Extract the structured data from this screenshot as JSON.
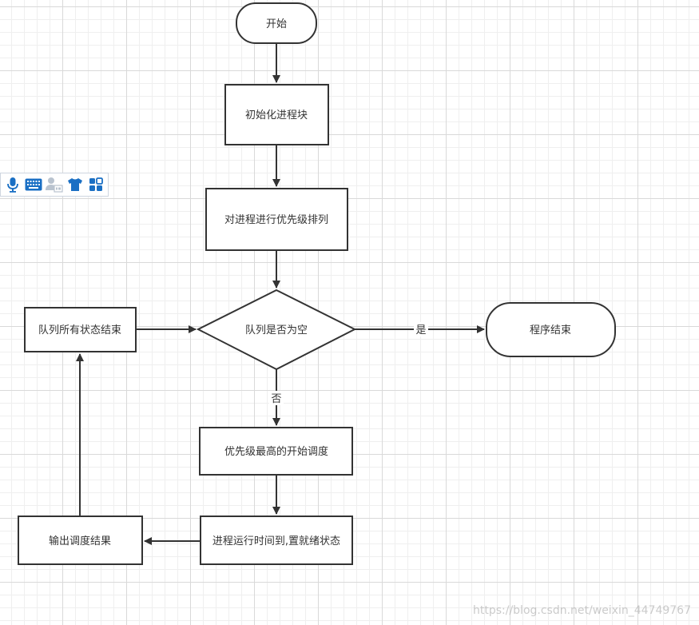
{
  "nodes": {
    "start": "开始",
    "init": "初始化进程块",
    "sort": "对进程进行优先级排列",
    "decision": "队列是否为空",
    "end": "程序结束",
    "schedule": "优先级最高的开始调度",
    "run": "进程运行时间到,置就绪状态",
    "output": "输出调度结果",
    "queue_end": "队列所有状态结束"
  },
  "edges": {
    "yes": "是",
    "no": "否"
  },
  "toolbar": {
    "icons": [
      "microphone-icon",
      "keyboard-icon",
      "user-card-icon",
      "tshirt-icon",
      "grid-apps-icon"
    ],
    "color": "#1a6fc4"
  },
  "watermark": "https://blog.csdn.net/weixin_44749767"
}
